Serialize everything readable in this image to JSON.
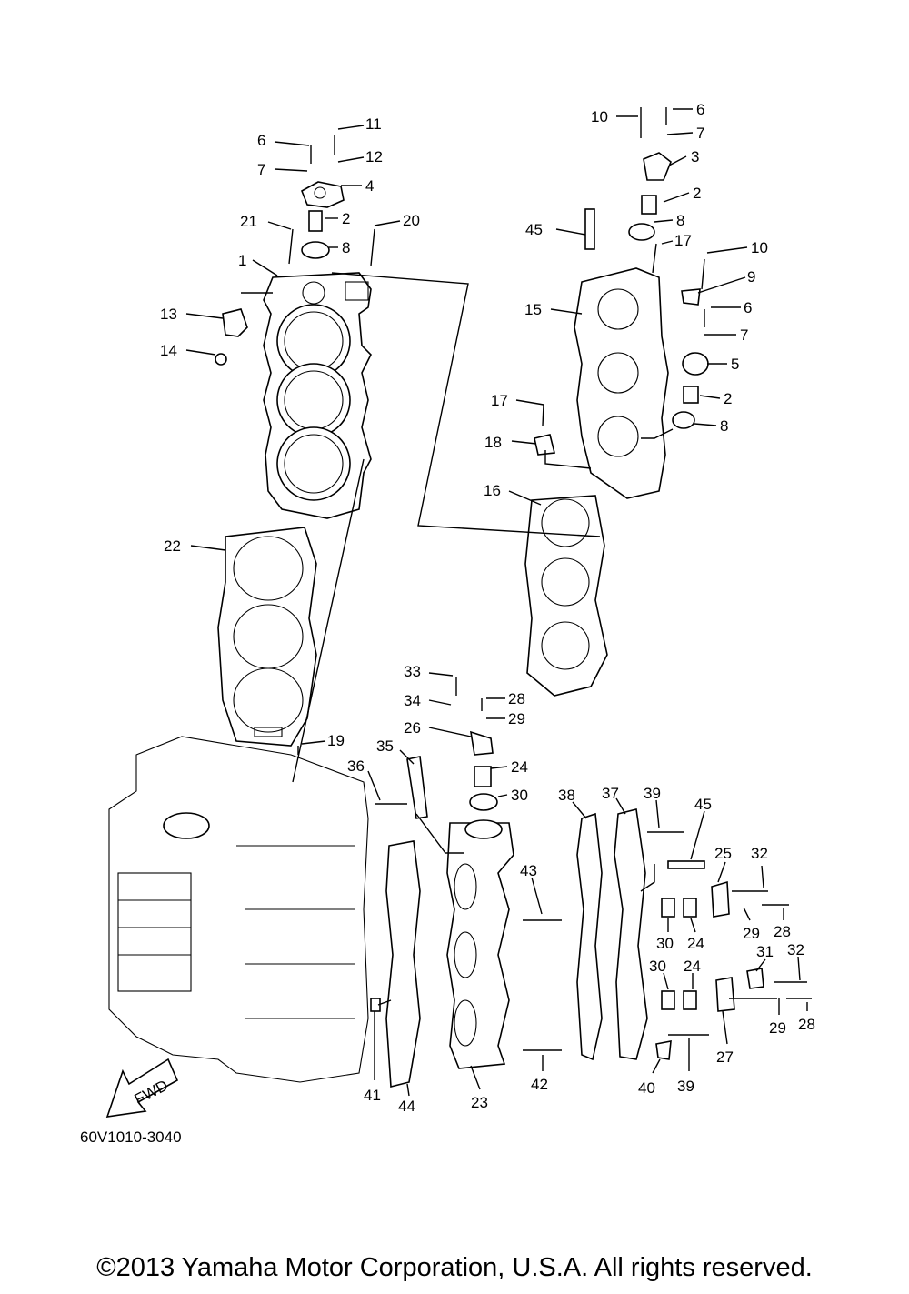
{
  "diagram_code": "60V1010-3040",
  "copyright": "©2013 Yamaha Motor Corporation, U.S.A. All rights reserved.",
  "fwd_label": "FWD",
  "callouts": [
    "1",
    "2",
    "3",
    "4",
    "5",
    "6",
    "7",
    "8",
    "9",
    "10",
    "11",
    "12",
    "13",
    "14",
    "15",
    "16",
    "17",
    "18",
    "19",
    "20",
    "21",
    "22",
    "23",
    "24",
    "25",
    "26",
    "27",
    "28",
    "29",
    "30",
    "31",
    "32",
    "33",
    "34",
    "35",
    "36",
    "37",
    "38",
    "39",
    "40",
    "41",
    "42",
    "43",
    "44",
    "45"
  ]
}
